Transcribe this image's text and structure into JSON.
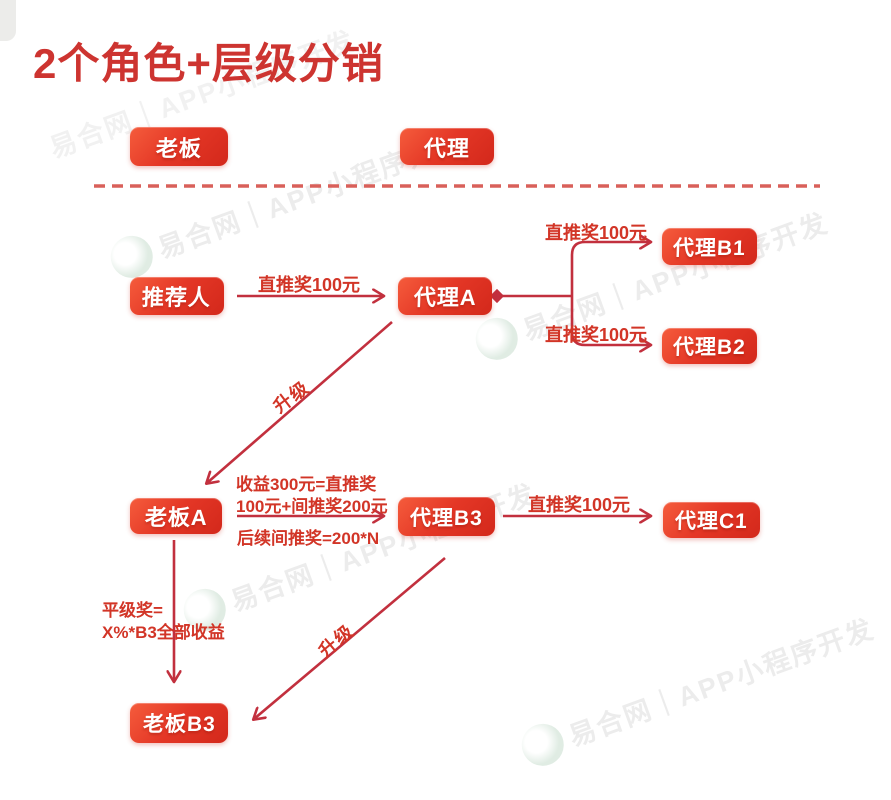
{
  "title": "2个角色+层级分销",
  "legend": {
    "boss": "老板",
    "agent": "代理"
  },
  "nodes": [
    {
      "id": "referrer",
      "label": "推荐人"
    },
    {
      "id": "agent-a",
      "label": "代理A"
    },
    {
      "id": "agent-b1",
      "label": "代理B1"
    },
    {
      "id": "agent-b2",
      "label": "代理B2"
    },
    {
      "id": "boss-a",
      "label": "老板A"
    },
    {
      "id": "agent-b3",
      "label": "代理B3"
    },
    {
      "id": "agent-c1",
      "label": "代理C1"
    },
    {
      "id": "boss-b3",
      "label": "老板B3"
    }
  ],
  "edges": {
    "referrer_to_agent_a": "直推奖100元",
    "agent_a_to_b1": "直推奖100元",
    "agent_a_to_b2": "直推奖100元",
    "agent_a_upgrade": "升级",
    "boss_a_to_b3_line1": "收益300元=直推奖",
    "boss_a_to_b3_line2": "100元+间推奖200元",
    "boss_a_to_b3_line3": "后续间推奖=200*N",
    "agent_b3_to_c1": "直推奖100元",
    "peer_reward_line1": "平级奖=",
    "peer_reward_line2": "X%*B3全部收益",
    "agent_b3_upgrade": "升级"
  },
  "watermark": {
    "text": "易合网｜APP小程序开发",
    "logo": "green-circle-logo"
  },
  "colors": {
    "node_gradient_start": "#f55c3c",
    "node_gradient_end": "#d3281b",
    "line_red": "#c2303e",
    "label_red": "#d23527",
    "title_red": "#cd3430",
    "dashed_red": "#d9605a"
  }
}
